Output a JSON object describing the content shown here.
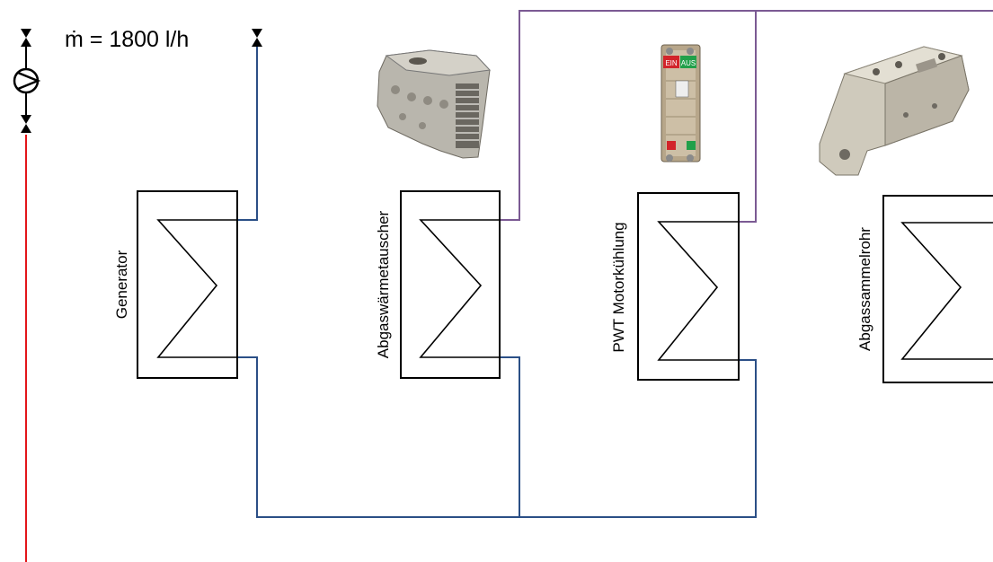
{
  "flow": {
    "symbol": "ṁ",
    "text": " = 1800 l/h"
  },
  "components": [
    {
      "label": "Generator"
    },
    {
      "label": "Abgaswärmetauscher"
    },
    {
      "label": "PWT Motorkühlung"
    },
    {
      "label": "Abgassammelrohr"
    }
  ],
  "photos": [
    {
      "name": "exhaust-heat-exchanger-photo"
    },
    {
      "name": "plate-heat-exchanger-photo",
      "tag_left": "EIN",
      "tag_right": "AUS"
    },
    {
      "name": "exhaust-manifold-photo"
    }
  ],
  "colors": {
    "supply_line": "#e3151a",
    "return_line": "#2b4f86",
    "exhaust_line": "#7b5a93",
    "stroke": "#000000"
  }
}
